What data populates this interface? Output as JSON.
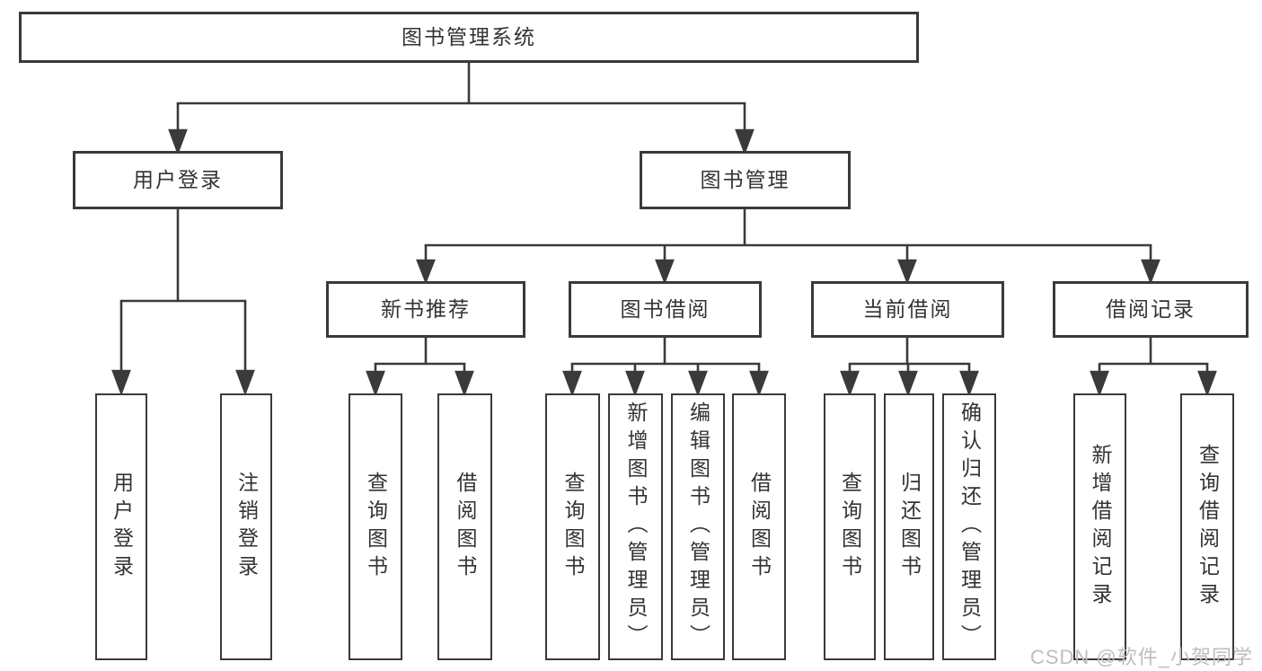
{
  "diagram": {
    "root": {
      "label": "图书管理系统",
      "children": [
        {
          "label": "用户登录",
          "children": [
            {
              "label": "用户登录"
            },
            {
              "label": "注销登录"
            }
          ]
        },
        {
          "label": "图书管理",
          "children": [
            {
              "label": "新书推荐",
              "children": [
                {
                  "label": "查询图书"
                },
                {
                  "label": "借阅图书"
                }
              ]
            },
            {
              "label": "图书借阅",
              "children": [
                {
                  "label": "查询图书"
                },
                {
                  "label": "新增图书（管理员）"
                },
                {
                  "label": "编辑图书（管理员）"
                },
                {
                  "label": "借阅图书"
                }
              ]
            },
            {
              "label": "当前借阅",
              "children": [
                {
                  "label": "查询图书"
                },
                {
                  "label": "归还图书"
                },
                {
                  "label": "确认归还（管理员）"
                }
              ]
            },
            {
              "label": "借阅记录",
              "children": [
                {
                  "label": "新增借阅记录"
                },
                {
                  "label": "查询借阅记录"
                }
              ]
            }
          ]
        }
      ]
    }
  },
  "watermark": {
    "text": "CSDN @软件_小贺同学"
  },
  "colors": {
    "line": "#3a3a3a",
    "box_border": "#3a3a3a",
    "text": "#333333",
    "watermark": "#bdbdbd",
    "background": "#ffffff"
  }
}
